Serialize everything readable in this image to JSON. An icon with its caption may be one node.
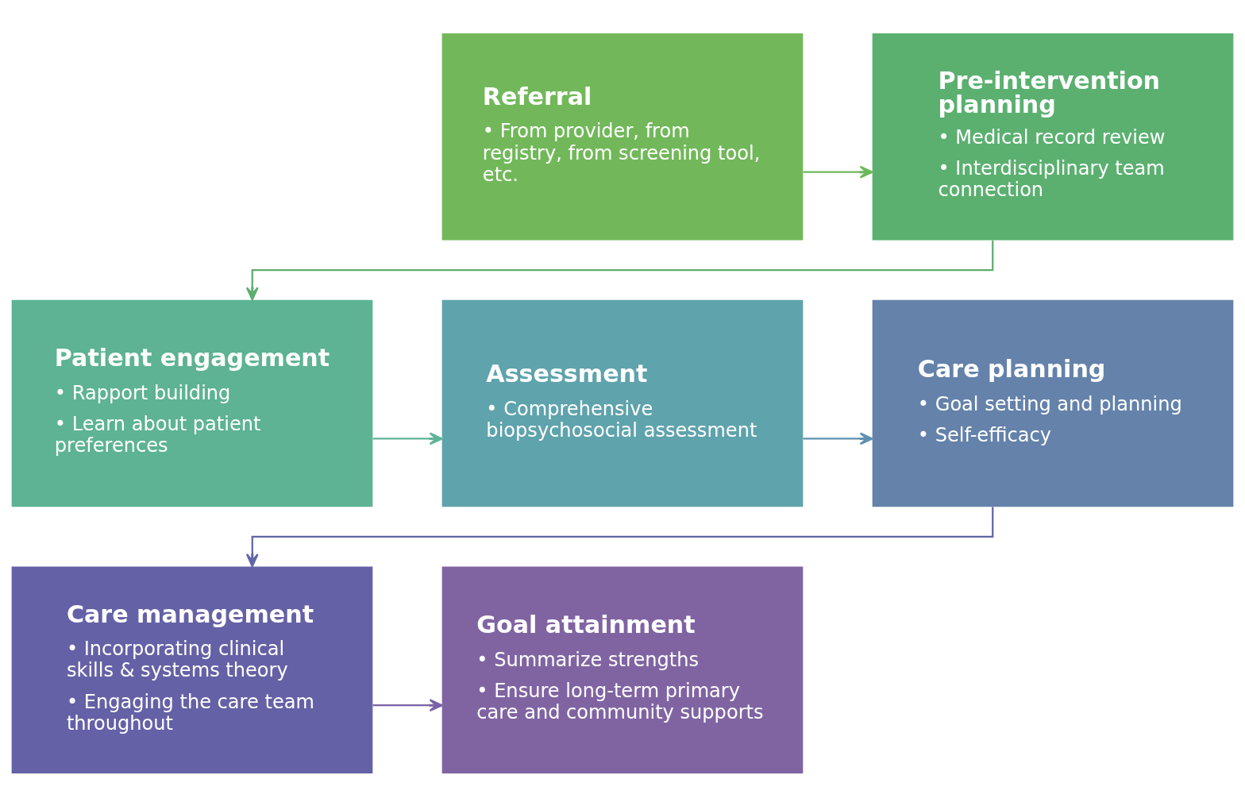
{
  "diagram": {
    "nodes": [
      {
        "text": [
          "Referral",
          "• From provider, from registry, from screening tool, etc."
        ]
      },
      {
        "text": [
          "Pre-intervention planning",
          "• Medical record review",
          "• Interdisciplinary team connection"
        ]
      },
      {
        "text": [
          "Patient engagement",
          "• Rapport building",
          "• Learn about patient preferences"
        ]
      },
      {
        "text": [
          "Assessment",
          "• Comprehensive biopsychosocial assessment"
        ]
      },
      {
        "text": [
          "Care planning",
          "• Goal setting and planning",
          "• Self-efficacy"
        ]
      },
      {
        "text": [
          "Care management",
          "• Incorporating clinical skills & systems theory",
          "• Engaging the care team throughout"
        ]
      },
      {
        "text": [
          "Goal attainment",
          "• Summarize strengths",
          "• Ensure long-term primary care and community supports"
        ]
      }
    ],
    "edges": [
      {
        "from": 0,
        "to": 1,
        "arrow": "to",
        "color": "#6db85a"
      },
      {
        "from": 1,
        "to": 2,
        "arrow": "to",
        "color": "#5cae6e"
      },
      {
        "from": 2,
        "to": 3,
        "arrow": "to",
        "color": "#5fb398"
      },
      {
        "from": 3,
        "to": 4,
        "arrow": "to",
        "color": "#5f92b0"
      },
      {
        "from": 4,
        "to": 5,
        "arrow": "to",
        "color": "#6065a8"
      },
      {
        "from": 5,
        "to": 6,
        "arrow": "to",
        "color": "#7a62a6"
      }
    ]
  }
}
